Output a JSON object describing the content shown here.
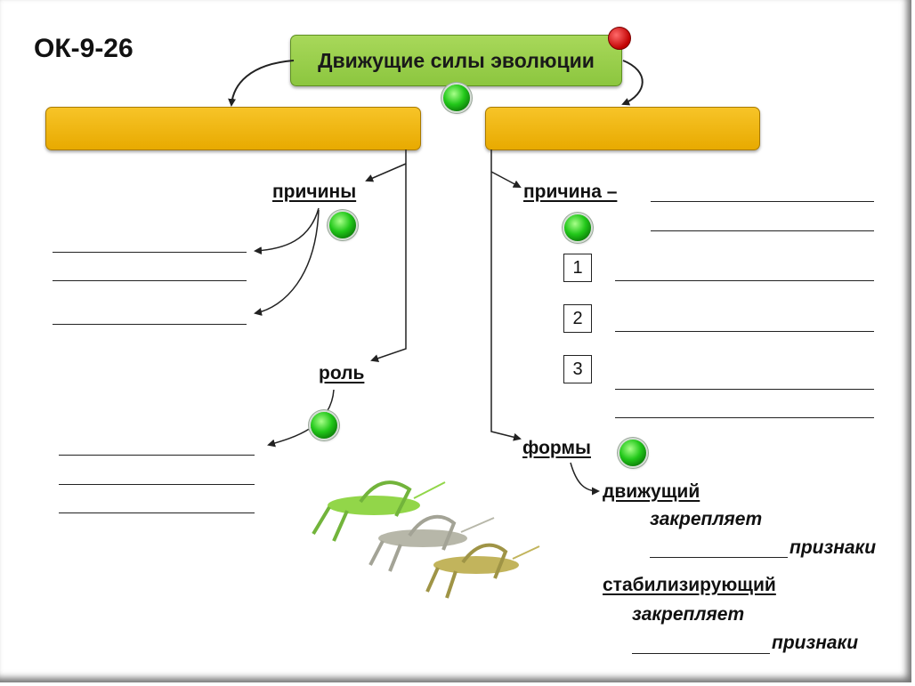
{
  "title": "ОК-9-26",
  "main_box": {
    "text": "Движущие силы эволюции"
  },
  "left": {
    "causes_label": "причины",
    "role_label": "роль"
  },
  "right": {
    "cause_label": "причина –",
    "numbers": [
      "1",
      "2",
      "3"
    ],
    "forms_label": "формы",
    "forms": [
      {
        "name": "движущий",
        "fixes": "закрепляет",
        "traits": "признаки"
      },
      {
        "name": "стабилизирующий",
        "fixes": "закрепляет",
        "traits": "признаки"
      }
    ]
  },
  "colors": {
    "main_box": "#8cc63f",
    "side_boxes": "#f0b400",
    "bullet": "#22c81a",
    "red_marker": "#c00000"
  },
  "icons": [
    "grasshopper-illustration"
  ]
}
